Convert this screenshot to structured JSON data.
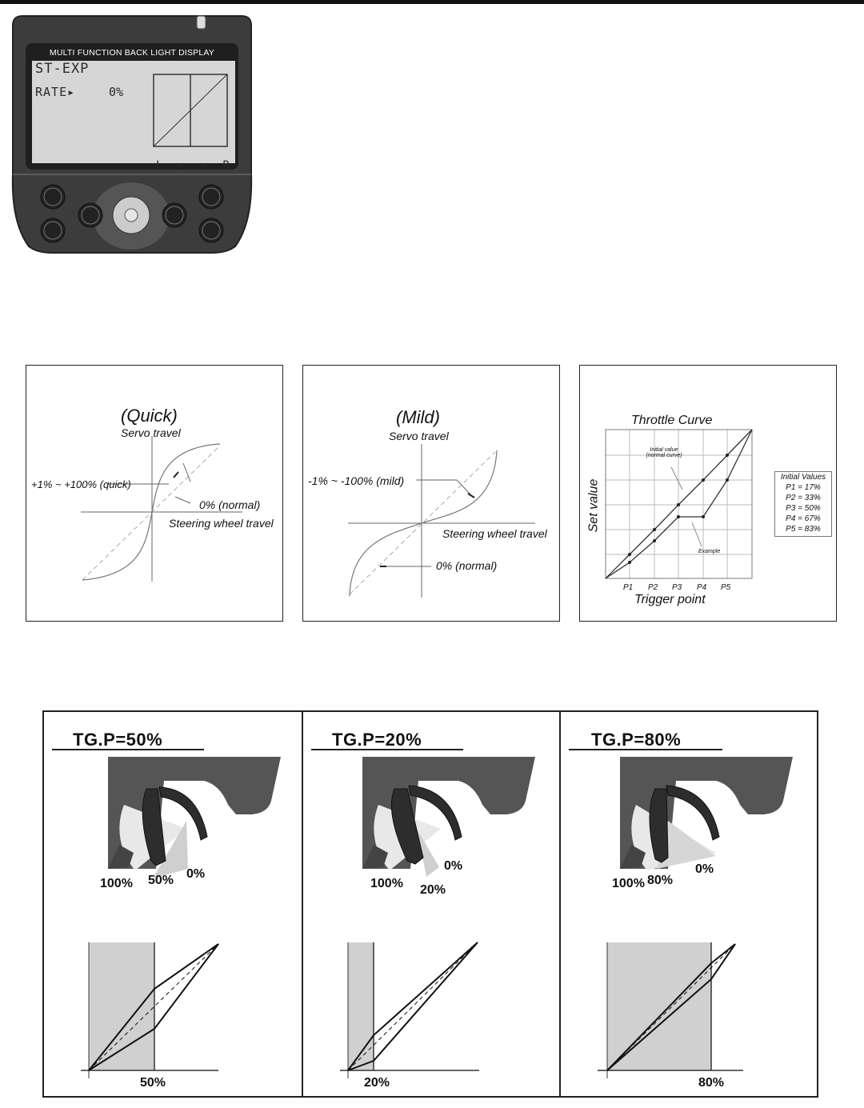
{
  "transmitter": {
    "header": "MULTI  FUNCTION  BACK  LIGHT  DISPLAY",
    "lcd": {
      "title": "ST-EXP",
      "rate_label": "RATE▸",
      "rate_value": "0%",
      "axis_left": "L",
      "axis_arrow_left": "←",
      "axis_arrow_right": "→",
      "axis_right": "R"
    }
  },
  "quick": {
    "title": "(Quick)",
    "servo_label": "Servo travel",
    "range_label": "+1% ~ +100% (quick)",
    "normal_label": "0% (normal)",
    "steering_label": "Steering wheel travel"
  },
  "mild": {
    "title": "(Mild)",
    "servo_label": "Servo travel",
    "range_label": "-1% ~ -100% (mild)",
    "steering_label": "Steering wheel travel",
    "normal_label": "0% (normal)"
  },
  "throttle_curve": {
    "title": "Throttle Curve",
    "ylabel": "Set value",
    "xlabel": "Trigger point",
    "initial_label": "Initial value\n(normal curve)",
    "example_label": "Example",
    "ticks": [
      "P1",
      "P2",
      "P3",
      "P4",
      "P5"
    ],
    "legend_title": "Initial Values",
    "legend_items": [
      "P1 = 17%",
      "P2 = 33%",
      "P3 = 50%",
      "P4 = 67%",
      "P5 = 83%"
    ]
  },
  "tg_panels": [
    {
      "title": "TG.P=50%",
      "label_full": "100%",
      "label_mid": "50%",
      "label_zero": "0%",
      "axis_label": "50%"
    },
    {
      "title": "TG.P=20%",
      "label_full": "100%",
      "label_mid": "20%",
      "label_zero": "0%",
      "axis_label": "20%"
    },
    {
      "title": "TG.P=80%",
      "label_full": "100%",
      "label_mid": "80%",
      "label_zero": "0%",
      "axis_label": "80%"
    }
  ]
}
